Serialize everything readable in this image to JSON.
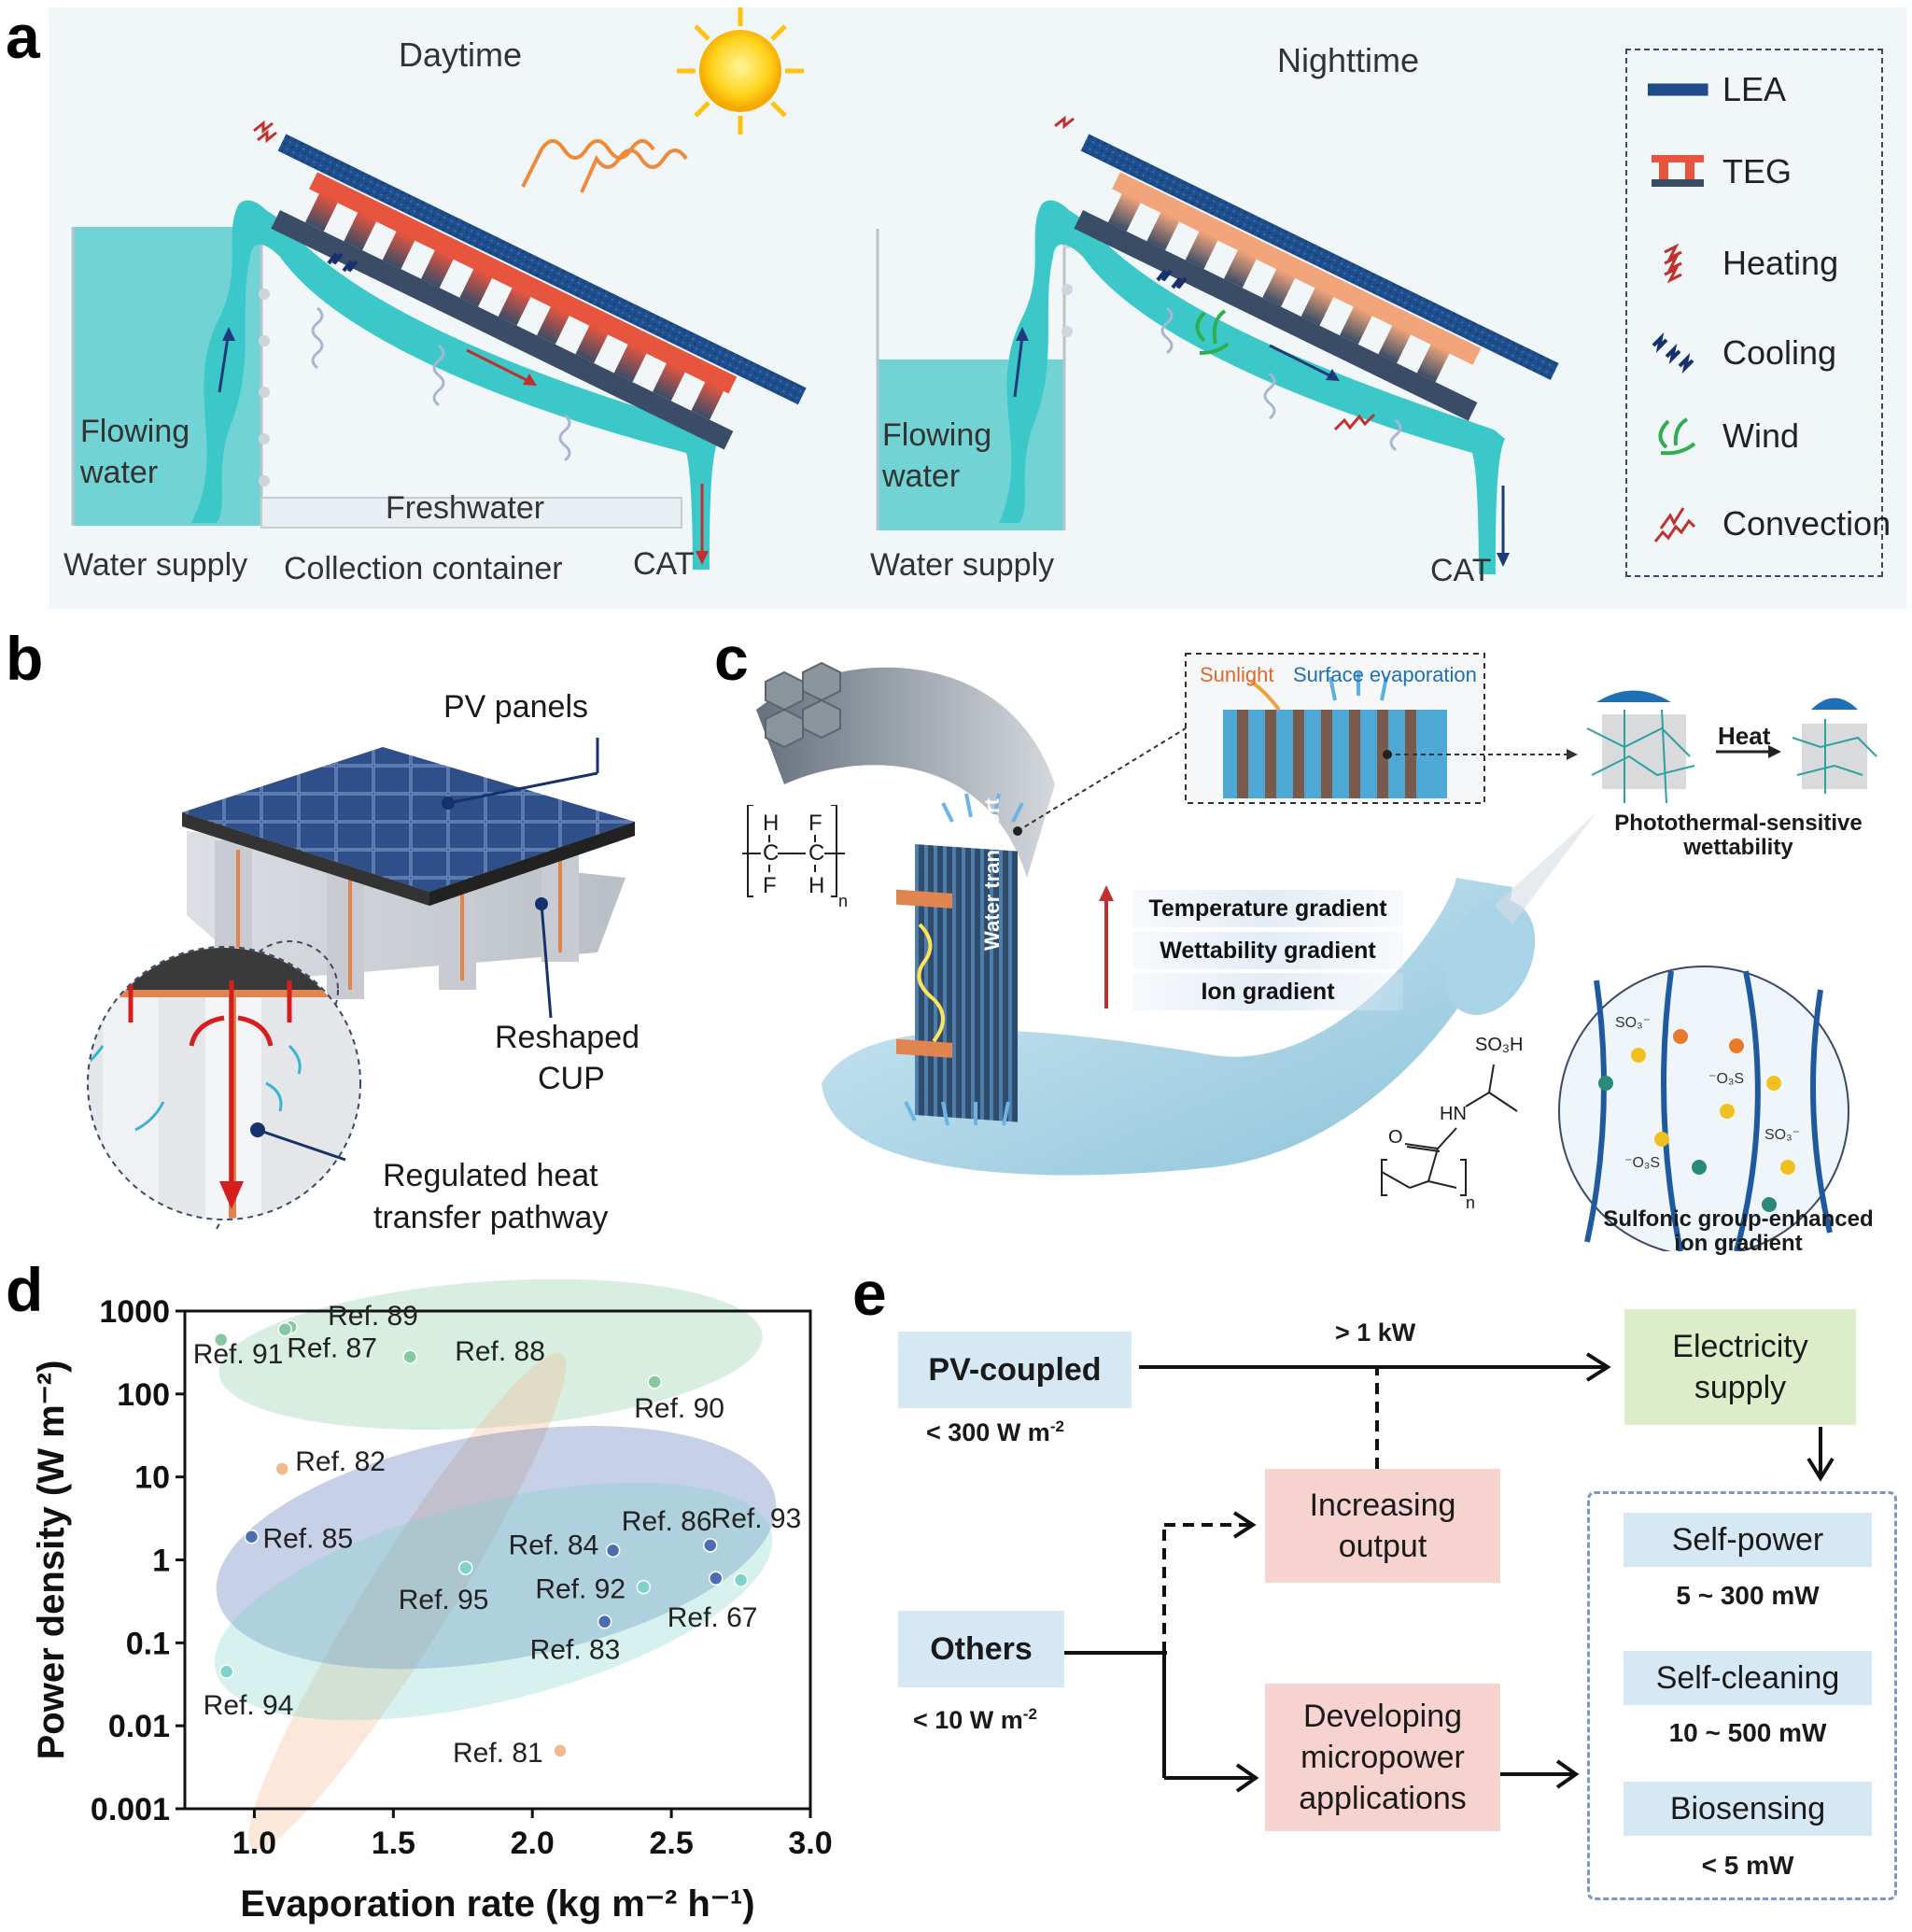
{
  "panel_letters": [
    "a",
    "b",
    "c",
    "d",
    "e"
  ],
  "panel_a": {
    "daytime": "Daytime",
    "nighttime": "Nighttime",
    "left": {
      "flowing_water": [
        "Flowing",
        "water"
      ],
      "water_supply": "Water supply",
      "freshwater": "Freshwater",
      "collection": "Collection container",
      "cat": "CAT"
    },
    "right": {
      "flowing_water": [
        "Flowing",
        "water"
      ],
      "water_supply": "Water supply",
      "cat": "CAT"
    },
    "legend": [
      {
        "icon": "lea-icon",
        "label": "LEA"
      },
      {
        "icon": "teg-icon",
        "label": "TEG"
      },
      {
        "icon": "heating-icon",
        "label": "Heating"
      },
      {
        "icon": "cooling-icon",
        "label": "Cooling"
      },
      {
        "icon": "wind-icon",
        "label": "Wind"
      },
      {
        "icon": "convection-icon",
        "label": "Convection"
      }
    ],
    "colors": {
      "panel_bg": "#f1f6f9",
      "water": "#3cc8c8",
      "lea": "#1f4e8c",
      "teg_hot": "#e8553f",
      "teg_night": "#f2a57a",
      "teg_cold": "#3b4d66"
    }
  },
  "panel_b": {
    "pv_panels": "PV panels",
    "reshaped_cup": [
      "Reshaped",
      "CUP"
    ],
    "regulated": [
      "Regulated heat",
      "transfer pathway"
    ]
  },
  "panel_c": {
    "sunlight": "Sunlight",
    "surface_evaporation": "Surface evaporation",
    "heat": "Heat",
    "photothermal": [
      "Photothermal-sensitive",
      "wettability"
    ],
    "gradients": [
      "Temperature gradient",
      "Wettability gradient",
      "Ion gradient"
    ],
    "water_transport": "Water transport",
    "sulfonic": [
      "Sulfonic group-enhanced",
      "ion gradient"
    ],
    "pvdf_atoms": {
      "h1": "H",
      "f1": "F",
      "c1": "C",
      "c2": "C",
      "f2": "F",
      "h2": "H",
      "n": "n"
    },
    "polymer2": {
      "so3h": "SO₃H",
      "hn": "HN",
      "o": "O",
      "n": "n"
    },
    "ion_labels": {
      "so3_minus": "SO₃⁻",
      "o3s": "⁻O₃S"
    }
  },
  "chart_data": {
    "type": "scatter",
    "xlabel": "Evaporation rate (kg m⁻² h⁻¹)",
    "ylabel": "Power density (W m⁻²)",
    "xlim": [
      0.75,
      3.0
    ],
    "ylim": [
      0.001,
      1000
    ],
    "yscale": "log",
    "xticks": [
      "1.0",
      "1.5",
      "2.0",
      "2.5",
      "3.0"
    ],
    "yticks": [
      "0.001",
      "0.01",
      "0.1",
      "1",
      "10",
      "100",
      "1000"
    ],
    "points": [
      {
        "label": "Ref. 89",
        "x": 1.13,
        "y": 640,
        "group": "green"
      },
      {
        "label": "Ref. 91",
        "x": 0.88,
        "y": 450,
        "group": "green"
      },
      {
        "label": "Ref. 87",
        "x": 1.11,
        "y": 600,
        "group": "green"
      },
      {
        "label": "Ref. 88",
        "x": 1.56,
        "y": 280,
        "group": "green"
      },
      {
        "label": "Ref. 90",
        "x": 2.44,
        "y": 140,
        "group": "green"
      },
      {
        "label": "Ref. 82",
        "x": 1.1,
        "y": 12.5,
        "group": "orange"
      },
      {
        "label": "Ref. 81",
        "x": 2.1,
        "y": 0.005,
        "group": "orange"
      },
      {
        "label": "Ref. 85",
        "x": 0.99,
        "y": 1.9,
        "group": "blue"
      },
      {
        "label": "Ref. 84",
        "x": 2.29,
        "y": 1.3,
        "group": "blue"
      },
      {
        "label": "Ref. 86",
        "x": 2.64,
        "y": 1.5,
        "group": "blue"
      },
      {
        "label": "Ref. 67",
        "x": 2.66,
        "y": 0.6,
        "group": "blue"
      },
      {
        "label": "Ref. 83",
        "x": 2.26,
        "y": 0.18,
        "group": "blue"
      },
      {
        "label": "Ref. 93",
        "x": 2.75,
        "y": 0.57,
        "group": "teal"
      },
      {
        "label": "Ref. 95",
        "x": 1.76,
        "y": 0.8,
        "group": "teal"
      },
      {
        "label": "Ref. 92",
        "x": 2.4,
        "y": 0.47,
        "group": "teal"
      },
      {
        "label": "Ref. 94",
        "x": 0.9,
        "y": 0.045,
        "group": "teal"
      }
    ],
    "group_colors": {
      "green": "#86c9a1",
      "orange": "#f2b98c",
      "blue": "#4d6db3",
      "teal": "#7fd2c9"
    }
  },
  "panel_e": {
    "pv_coupled": "PV-coupled",
    "pv_power": "< 300 W m",
    "pv_power_sup": "-2",
    "others": "Others",
    "others_power": "< 10 W m",
    "others_power_sup": "-2",
    "gt_1kw": "> 1 kW",
    "increasing": [
      "Increasing",
      "output"
    ],
    "developing": [
      "Developing",
      "micropower",
      "applications"
    ],
    "electricity": [
      "Electricity",
      "supply"
    ],
    "apps": [
      {
        "name": "Self-power",
        "power": "5 ~ 300 mW"
      },
      {
        "name": "Self-cleaning",
        "power": "10 ~ 500 mW"
      },
      {
        "name": "Biosensing",
        "power": "< 5 mW"
      }
    ],
    "colors": {
      "blue_box": "#d7e8f5",
      "pink_box": "#f7d3cf",
      "green_box": "#ddedc9",
      "dash": "#7d97c7"
    }
  }
}
